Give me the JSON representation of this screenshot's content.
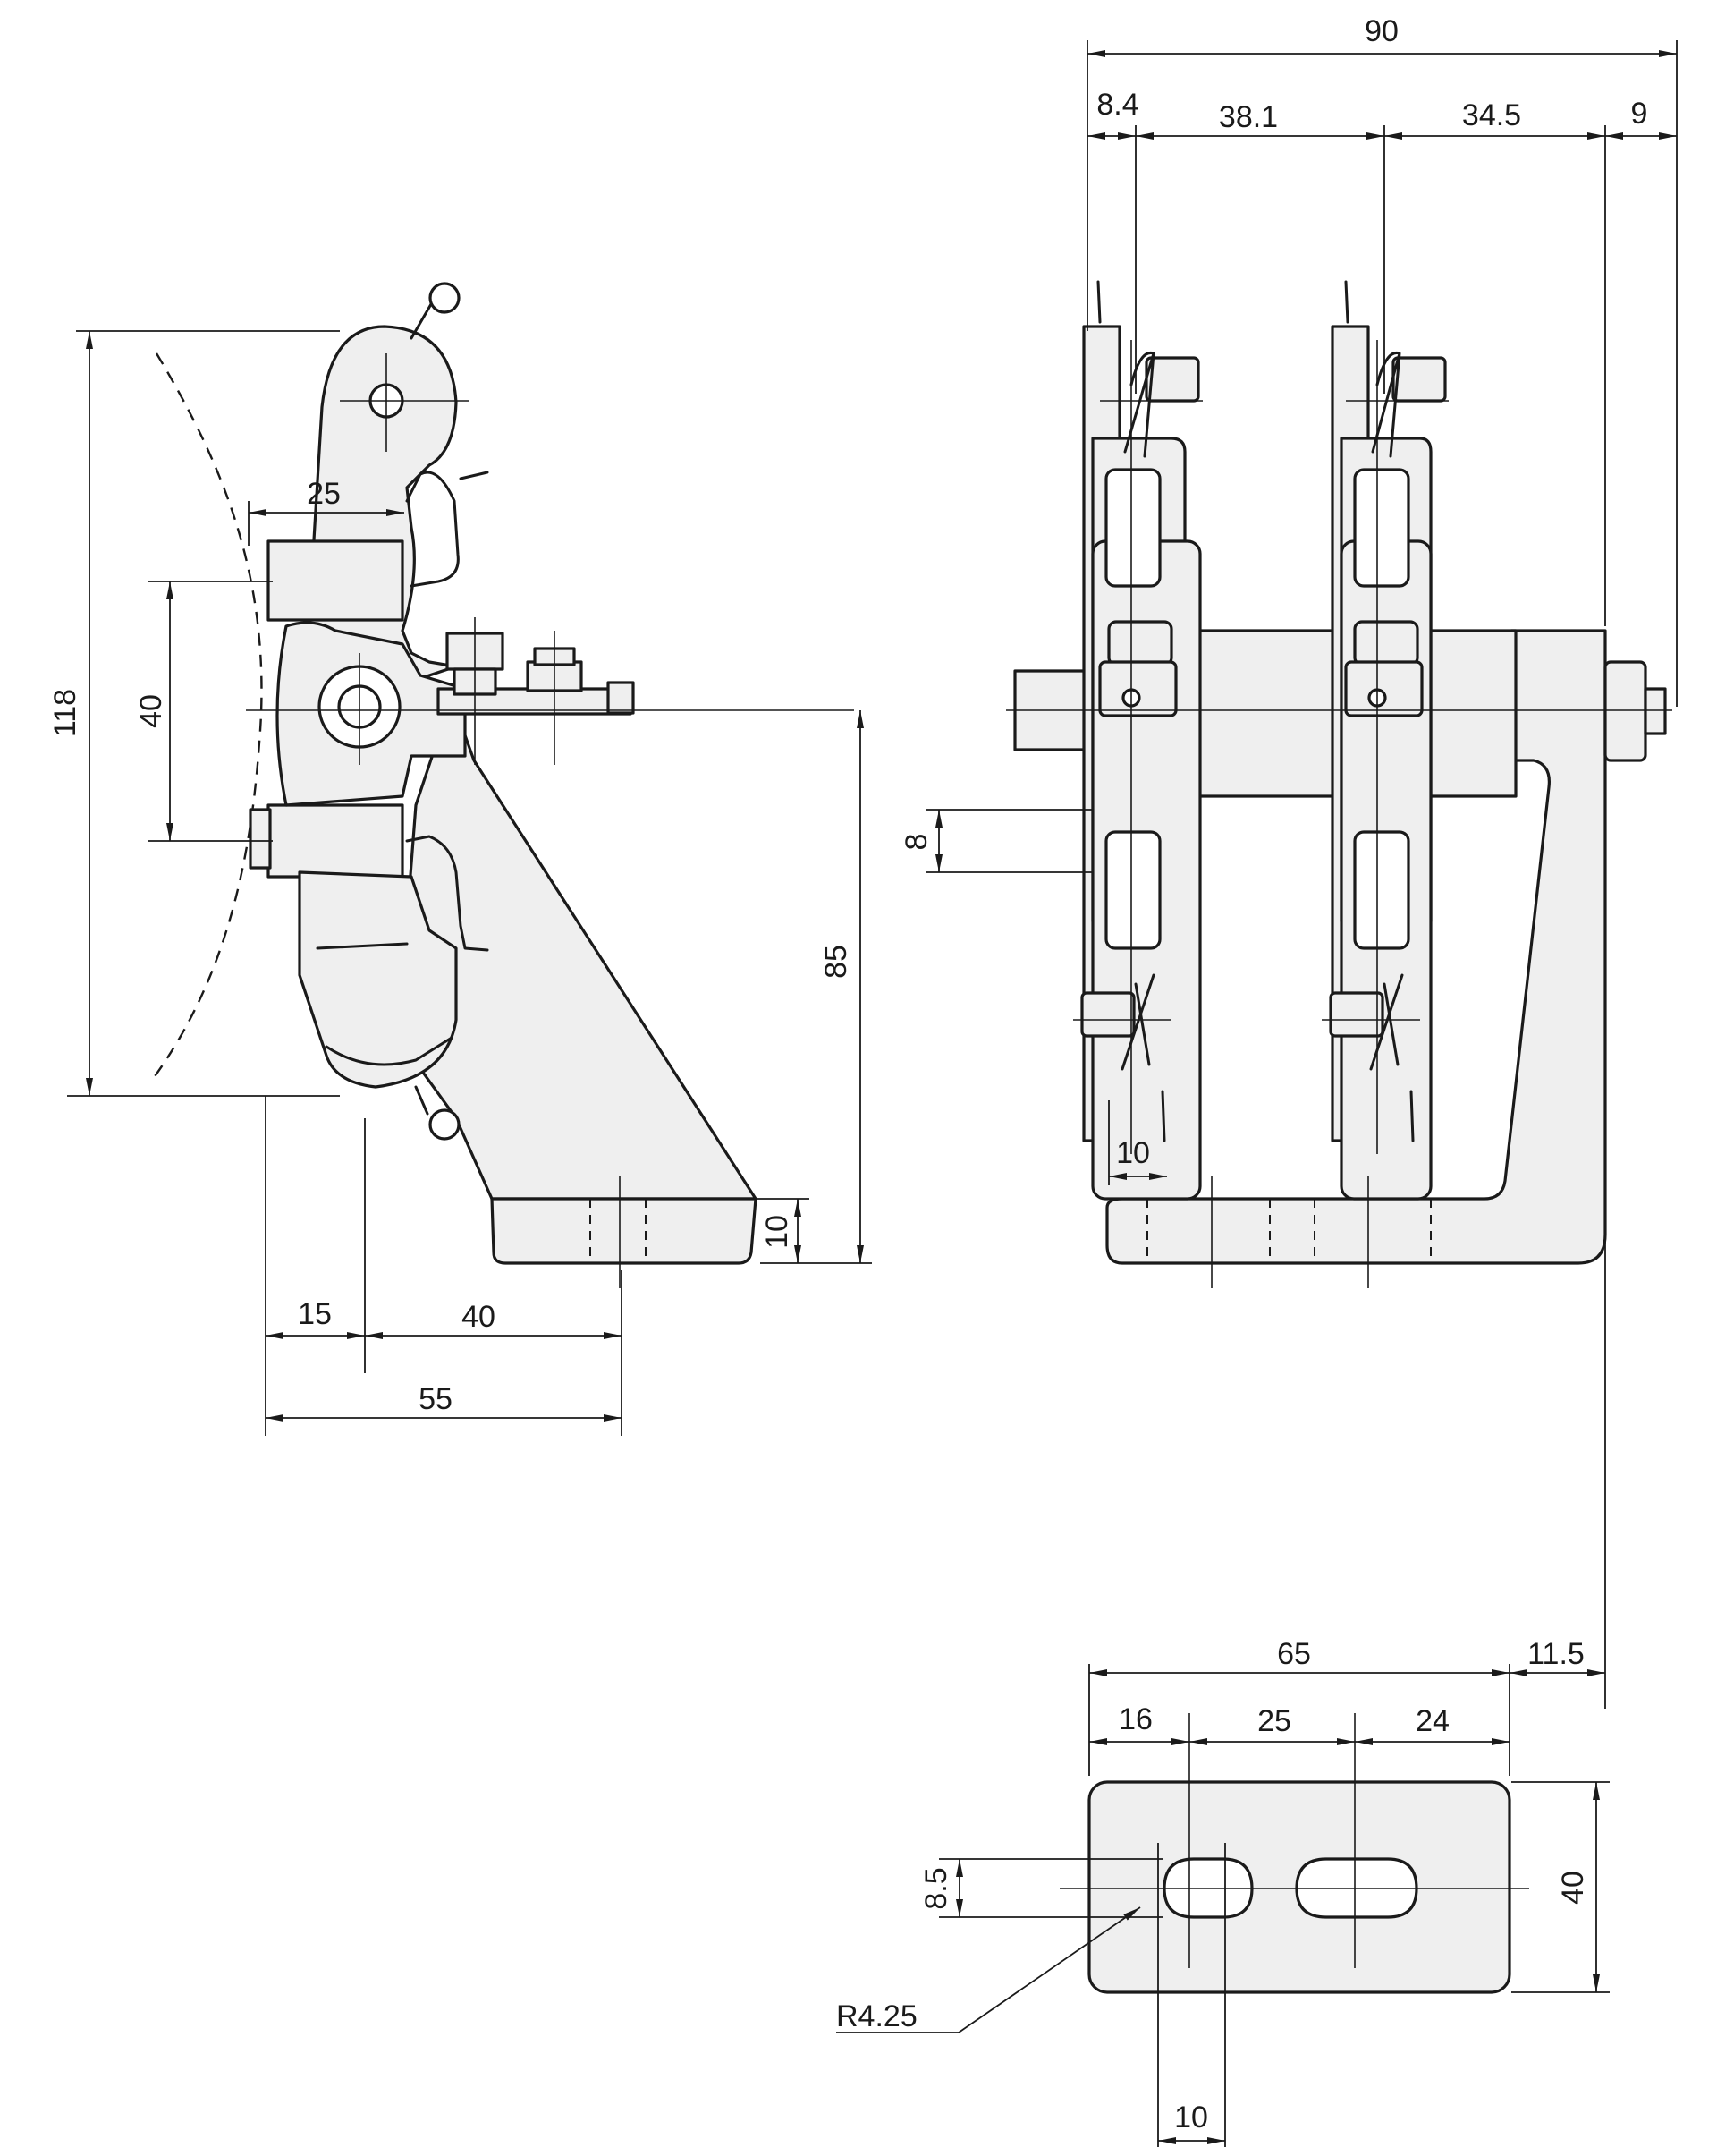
{
  "dimensions": {
    "overall_width": "90",
    "seg_8_4": "8.4",
    "seg_38_1": "38.1",
    "seg_34_5": "34.5",
    "seg_9": "9",
    "height_118": "118",
    "spacing_40": "40",
    "width_25": "25",
    "height_85": "85",
    "foot_thickness": "10",
    "gap_8": "8",
    "leg_10": "10",
    "offset_15": "15",
    "span_40": "40",
    "base_55": "55",
    "plate_65": "65",
    "offset_11_5": "11.5",
    "hole_16": "16",
    "hole_25": "25",
    "hole_24": "24",
    "slot_8_5": "8.5",
    "plate_height_40": "40",
    "radius": "R4.25",
    "slot_10": "10"
  }
}
